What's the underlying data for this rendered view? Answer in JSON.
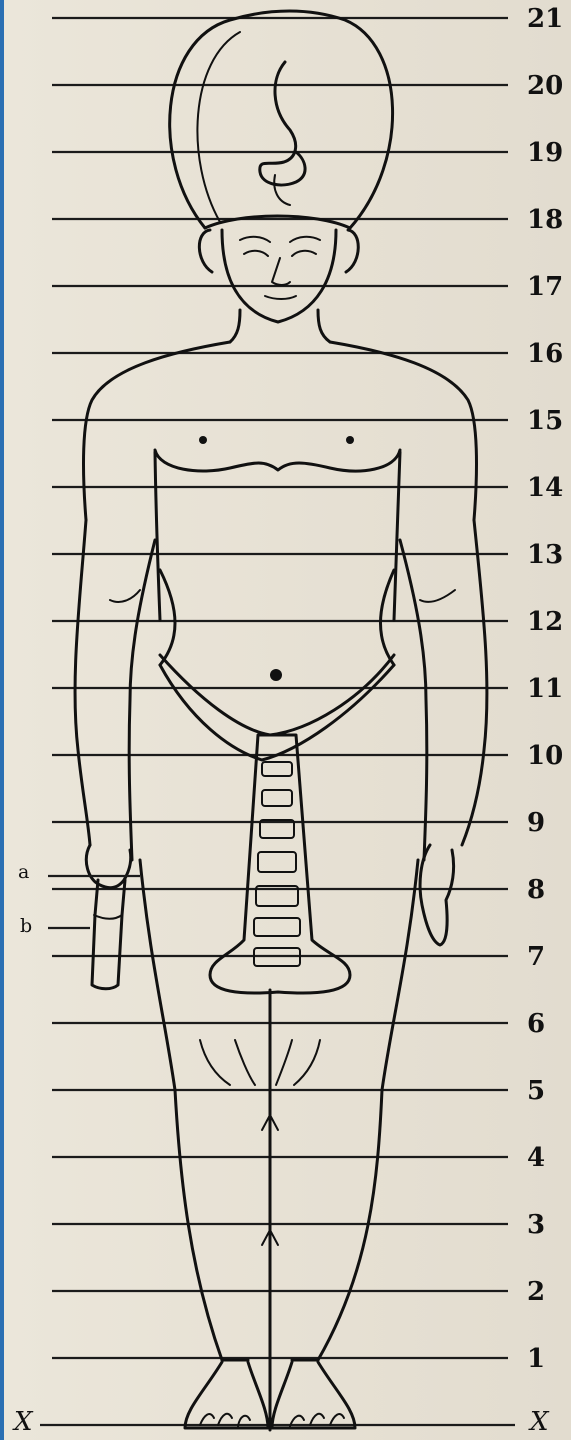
{
  "grid": {
    "labels": [
      "X",
      "1",
      "2",
      "3",
      "4",
      "5",
      "6",
      "7",
      "8",
      "9",
      "10",
      "11",
      "12",
      "13",
      "14",
      "15",
      "16",
      "17",
      "18",
      "19",
      "20",
      "21"
    ],
    "left_axis_label": "X",
    "right_axis_label": "X"
  },
  "markers": {
    "a": "a",
    "b": "b"
  },
  "colors": {
    "ink": "#111111",
    "paper": "#e9e3d6",
    "edge": "#2a6fb3"
  }
}
